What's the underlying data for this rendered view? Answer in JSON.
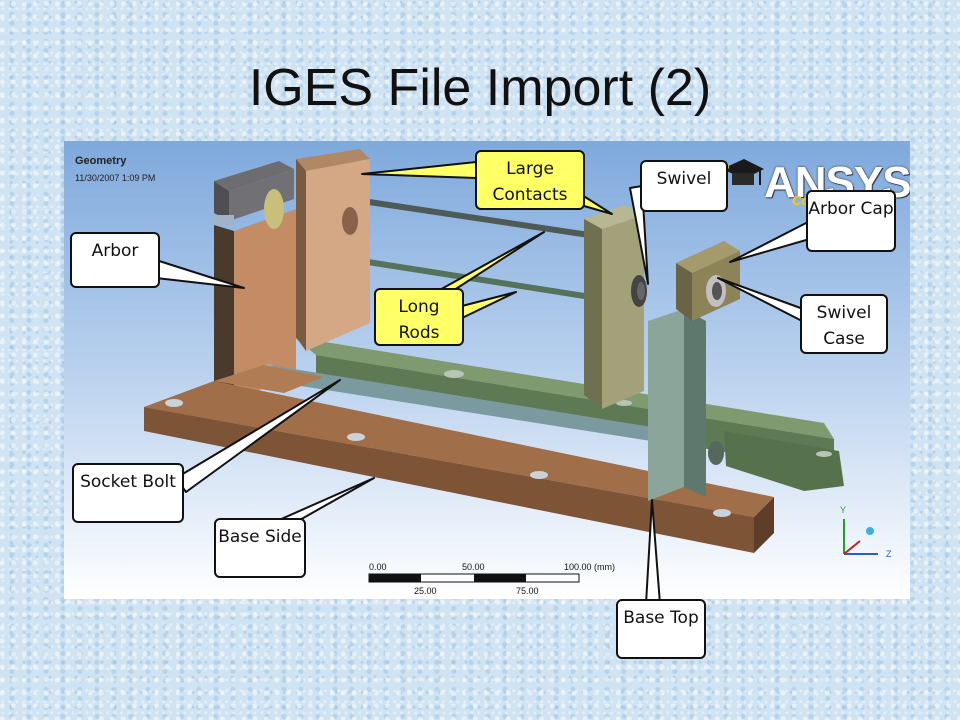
{
  "slide": {
    "title": "IGES File Import (2)"
  },
  "viewport": {
    "title": "Geometry",
    "date": "11/30/2007 1:09 PM",
    "brand": "ANSYS",
    "brand_sub": "Commercial",
    "scale": {
      "top_labels": [
        "0.00",
        "50.00",
        "100.00 (mm)"
      ],
      "bottom_labels": [
        "25.00",
        "75.00"
      ]
    },
    "triad": {
      "y_axis": "Y",
      "z_axis": "Z"
    }
  },
  "callouts": {
    "large_contacts": "Large Contacts",
    "swivel": "Swivel",
    "arbor_cap": "Arbor Cap",
    "arbor": "Arbor",
    "long_rods": "Long Rods",
    "swivel_case": "Swivel Case",
    "socket_bolt": "Socket Bolt",
    "base_side": "Base Side",
    "base_top": "Base Top"
  },
  "colors": {
    "callout_white": "#ffffff",
    "callout_yellow": "#ffff66",
    "base_wood": "#9a6a46",
    "green_parts": "#6a8a5e",
    "tan_parts": "#c8a882"
  }
}
